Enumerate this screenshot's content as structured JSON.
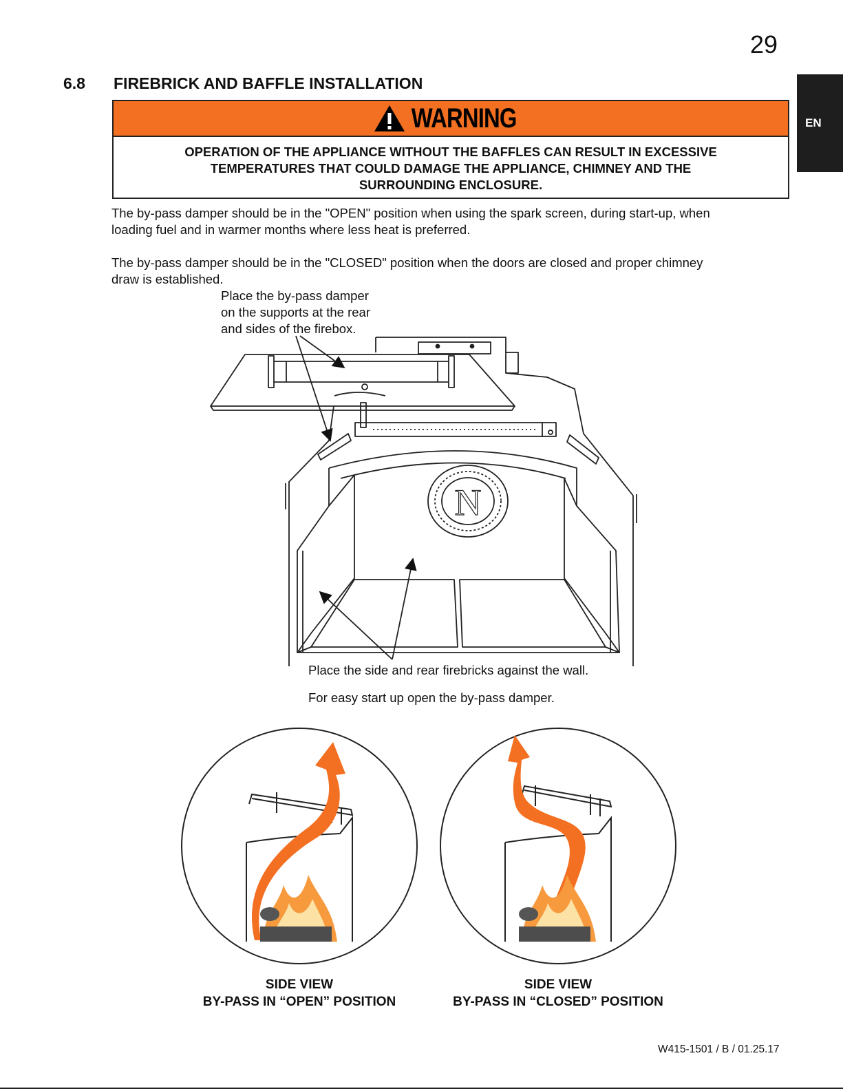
{
  "page_number": "29",
  "language_tab": "EN",
  "section": {
    "number": "6.8",
    "title": "FIREBRICK AND BAFFLE INSTALLATION"
  },
  "warning": {
    "label": "WARNING",
    "lines": [
      "OPERATION OF THE APPLIANCE WITHOUT THE BAFFLES CAN RESULT IN EXCESSIVE",
      "TEMPERATURES THAT COULD DAMAGE THE APPLIANCE, CHIMNEY AND THE",
      "SURROUNDING ENCLOSURE."
    ],
    "bar_color": "#f36f21"
  },
  "paragraphs": [
    {
      "line1": "The by-pass damper should be in the \"OPEN\" position when using the spark screen, during start-up, when",
      "line2": "loading fuel and in warmer months where less heat is preferred."
    },
    {
      "line1": "The by-pass damper should be in the \"CLOSED\" position when the doors are closed and proper chimney",
      "line2": "draw is established."
    }
  ],
  "callouts": {
    "damper_lines": [
      "Place the by-pass damper",
      "on the supports at the rear",
      "and sides of the firebox."
    ],
    "firebricks": "Place the side and rear firebricks against the wall.",
    "easy_start": "For easy start up open the by-pass damper."
  },
  "logo_letter": "N",
  "side_views": [
    {
      "line1": "SIDE VIEW",
      "line2": "BY-PASS IN “OPEN” POSITION"
    },
    {
      "line1": "SIDE VIEW",
      "line2": "BY-PASS IN “CLOSED” POSITION"
    }
  ],
  "doc_code": "W415-1501 / B / 01.25.17",
  "flame_color": "#f36f21"
}
